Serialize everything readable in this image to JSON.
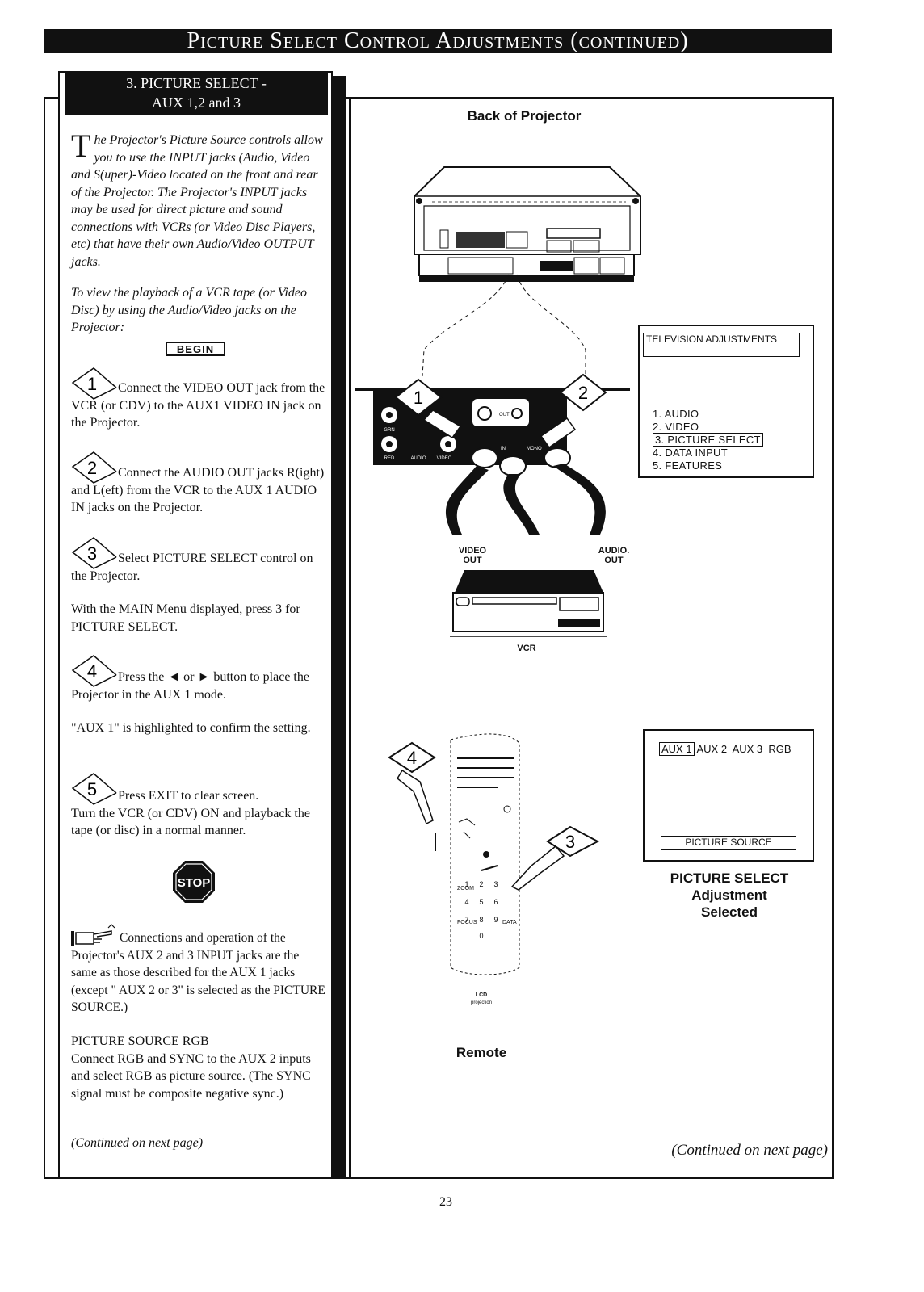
{
  "page": {
    "title": "Picture Select Control Adjustments (continued)",
    "page_number": "23"
  },
  "section": {
    "heading_line1": "3. PICTURE SELECT -",
    "heading_line2": "AUX 1,2 and 3",
    "intro_dropcap": "T",
    "intro_rest": "he Projector's Picture Source controls allow you to use the INPUT jacks (Audio, Video and S(uper)-Video located on the front and rear of the Projector. The Projector's INPUT jacks may be used for direct picture and sound connections with VCRs (or Video Disc Players, etc) that have their own Audio/Video OUTPUT jacks.",
    "playback_intro": "To view the playback of a VCR tape (or Video Disc) by using the Audio/Video jacks on the Projector:",
    "begin_label": "BEGIN"
  },
  "steps": [
    {
      "num": "1",
      "lead": "Connect the VIDEO OUT",
      "text": " jack from the VCR (or CDV) to the AUX1 VIDEO IN jack on the Projector."
    },
    {
      "num": "2",
      "lead": "Connect the AUDIO OUT",
      "text": " jacks R(ight) and L(eft) from the VCR to the AUX 1 AUDIO IN jacks on the Projector."
    },
    {
      "num": "3",
      "lead": "Select PICTURE SELECT",
      "text": " control on the Projector.",
      "extra": "With the MAIN Menu displayed, press 3 for PICTURE SELECT."
    },
    {
      "num": "4",
      "lead": "Press the ◄ or ► button",
      "text": " to place the Projector in the AUX 1 mode.",
      "extra": "\"AUX 1\" is highlighted to confirm the setting."
    },
    {
      "num": "5",
      "lead": "",
      "text": "Press EXIT to clear screen.",
      "extra_bold": "Turn the VCR (or CDV) ON",
      "extra": " and playback the tape (or disc) in a normal manner."
    }
  ],
  "stop_label": "STOP",
  "note": "Connections and operation of the Projector's AUX 2 and 3 INPUT jacks are the same as those described for the AUX 1 jacks (except \" AUX 2 or 3\" is selected as the PICTURE SOURCE.)",
  "rgb": {
    "heading": "PICTURE SOURCE RGB",
    "text": "Connect RGB and SYNC to the AUX 2 inputs and select RGB as picture source. (The SYNC signal must be composite negative sync.)"
  },
  "continued_left": "(Continued on next page)",
  "continued_right": "(Continued on next page)",
  "diagram": {
    "back_label": "Back of Projector",
    "video_out": [
      "VIDEO",
      "OUT"
    ],
    "audio_out": [
      "AUDIO.",
      "OUT"
    ],
    "vcr_label": "VCR",
    "remote_label": "Remote",
    "jack_labels": {
      "grn": "GRN",
      "red": "RED",
      "audio": "AUDIO",
      "video": "VIDEO",
      "out": "OUT",
      "in": "IN",
      "mono": "MONO"
    },
    "remote_buttons": {
      "lcd": "LCD",
      "projection": "projection",
      "zoom": "ZOOM",
      "focus": "FOCUS",
      "data": "DATA",
      "keys": [
        "1",
        "2",
        "3",
        "4",
        "5",
        "6",
        "7",
        "8",
        "9",
        "0"
      ]
    }
  },
  "tv_menu": {
    "title": "TELEVISION ADJUSTMENTS",
    "items": [
      "1. AUDIO",
      "2. VIDEO",
      "3. PICTURE SELECT",
      "4. DATA INPUT",
      "5. FEATURES"
    ],
    "selected_index": 2
  },
  "aux_menu": {
    "options": [
      "AUX 1",
      "AUX 2",
      "AUX 3",
      "RGB"
    ],
    "selected": "AUX 1",
    "footer": "PICTURE SOURCE"
  },
  "adjust_caption": [
    "PICTURE SELECT",
    "Adjustment",
    "Selected"
  ]
}
